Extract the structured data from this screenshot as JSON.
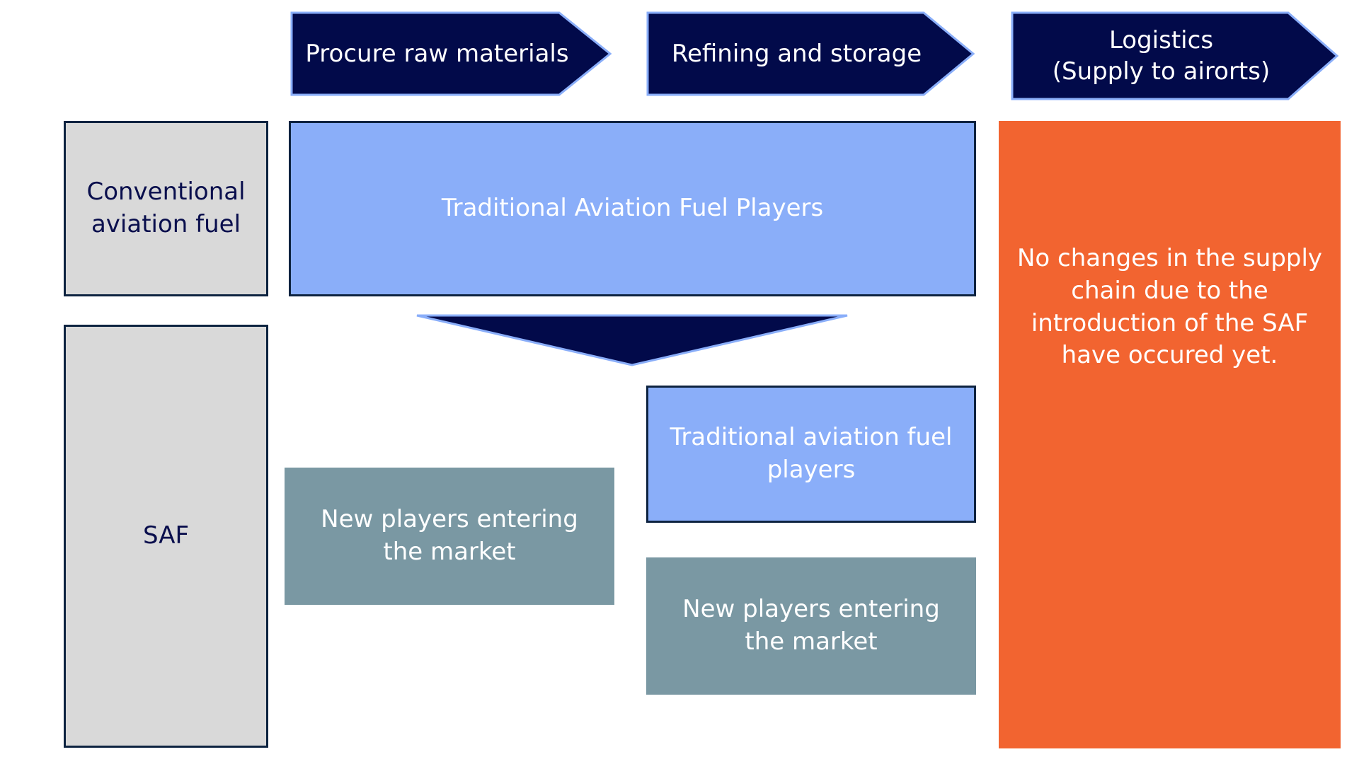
{
  "colors": {
    "header_fill": "#020a4a",
    "header_stroke": "#8aaef9",
    "row_label_fill": "#d9d9d9",
    "row_label_border": "#0d2340",
    "traditional_fill": "#8aaef9",
    "new_players_fill": "#7a98a3",
    "logistics_fill": "#f26430",
    "transition_arrow_fill": "#020a4a"
  },
  "stages": [
    {
      "label": "Procure raw materials"
    },
    {
      "label": "Refining and storage"
    },
    {
      "label": "Logistics\n(Supply to airorts)"
    }
  ],
  "rows": {
    "conventional": {
      "label": "Conventional aviation fuel"
    },
    "saf": {
      "label": "SAF"
    }
  },
  "boxes": {
    "traditional_players_all": "Traditional Aviation Fuel Players",
    "new_players_procure": "New players entering the market",
    "traditional_players_refining": "Traditional aviation fuel players",
    "new_players_refining": "New players entering the market",
    "logistics_note": "No changes in the supply chain due to the introduction of the SAF have occured yet."
  },
  "transition_arrow": {
    "icon": "down-triangle-icon"
  }
}
